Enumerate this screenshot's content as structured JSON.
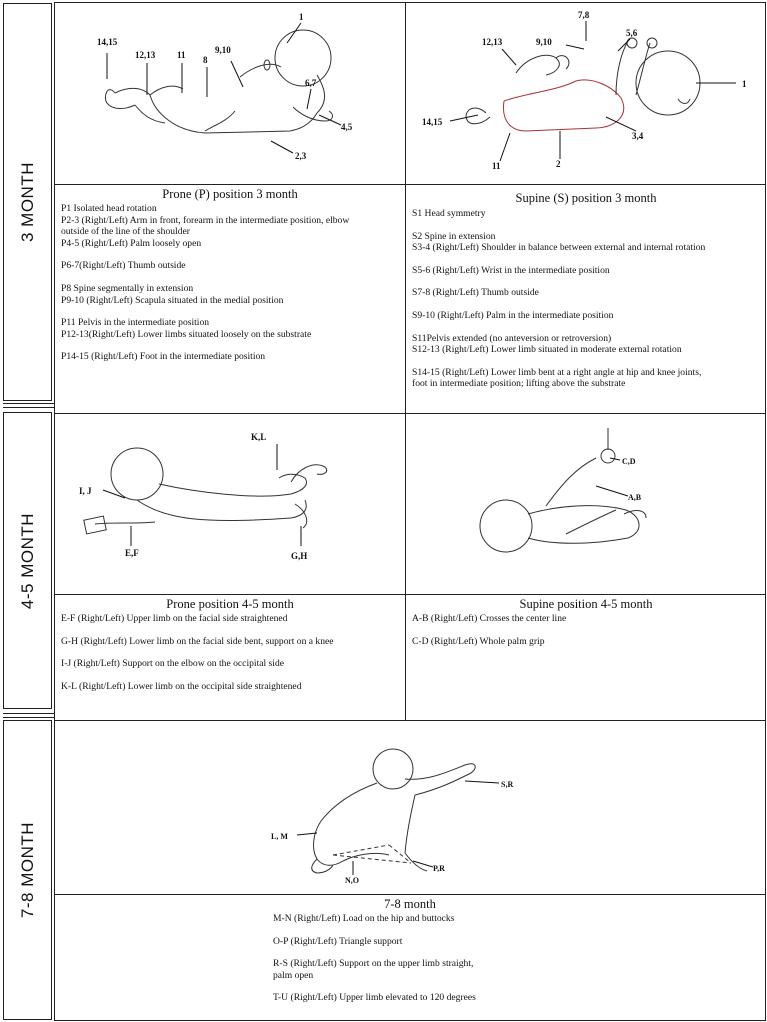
{
  "months": {
    "m3": "3 MONTH",
    "m45": "4-5 MONTH",
    "m78": "7-8 MONTH"
  },
  "prone3": {
    "labels": {
      "a": "14,15",
      "b": "12,13",
      "c": "11",
      "d": "8",
      "e": "9,10",
      "f": "1",
      "g": "6,7",
      "h": "4,5",
      "i": "2,3"
    },
    "title": "Prone (P) position 3 month",
    "lines": [
      "P1 Isolated head rotation",
      "P2-3 (Right/Left) Arm in front, forearm in the intermediate position, elbow",
      "outside of the line of the shoulder",
      "P4-5 (Right/Left) Palm loosely open",
      "",
      "P6-7(Right/Left) Thumb outside",
      "",
      "P8 Spine segmentally in extension",
      "P9-10 (Right/Left) Scapula situated in the medial position",
      "",
      "P11 Pelvis in the intermediate position",
      "P12-13(Right/Left) Lower limbs situated loosely on the substrate",
      "",
      "P14-15 (Right/Left) Foot in the intermediate position"
    ]
  },
  "supine3": {
    "labels": {
      "a": "7,8",
      "b": "5,6",
      "c": "12,13",
      "d": "9,10",
      "e": "1",
      "f": "14,15",
      "g": "3,4",
      "h": "11",
      "i": "2"
    },
    "title": "Supine (S) position 3 month",
    "lines": [
      "S1 Head symmetry",
      "",
      "S2 Spine in extension",
      "S3-4 (Right/Left) Shoulder in balance between external and internal rotation",
      "",
      "S5-6 (Right/Left) Wrist in the intermediate position",
      "",
      "S7-8 (Right/Left) Thumb outside",
      "",
      "S9-10 (Right/Left) Palm in the intermediate position",
      "",
      "S11Pelvis extended (no anteversion or retroversion)",
      "S12-13 (Right/Left)  Lower limb situated in moderate external rotation",
      "",
      "S14-15 (Right/Left)  Lower limb bent at a right angle at hip and knee joints,",
      "foot in intermediate position; lifting above the substrate"
    ]
  },
  "prone45": {
    "labels": {
      "a": "K,L",
      "b": "I, J",
      "c": "E,F",
      "d": "G,H"
    },
    "title": "Prone position 4-5 month",
    "lines": [
      "E-F (Right/Left) Upper limb on the facial side straightened",
      "",
      "G-H (Right/Left) Lower limb on the facial side bent, support on a  knee",
      "",
      "I-J (Right/Left) Support on the elbow on the occipital side",
      "",
      "K-L (Right/Left) Lower limb on the occipital side straightened"
    ]
  },
  "supine45": {
    "labels": {
      "a": "C,D",
      "b": "A,B"
    },
    "title": "Supine position 4-5 month",
    "lines": [
      "A-B (Right/Left)  Crosses the center line",
      "",
      "C-D (Right/Left)  Whole palm grip"
    ]
  },
  "sitting78": {
    "labels": {
      "a": "S,R",
      "b": "L, M",
      "c": "P,R",
      "d": "N,O"
    },
    "title": "7-8 month",
    "lines": [
      "M-N (Right/Left)  Load on the hip and buttocks",
      "",
      "O-P (Right/Left)  Triangle support",
      "",
      "R-S (Right/Left) Support on the upper limb straight,",
      "palm open",
      "",
      "T-U (Right/Left) Upper limb elevated to 120 degrees"
    ]
  }
}
